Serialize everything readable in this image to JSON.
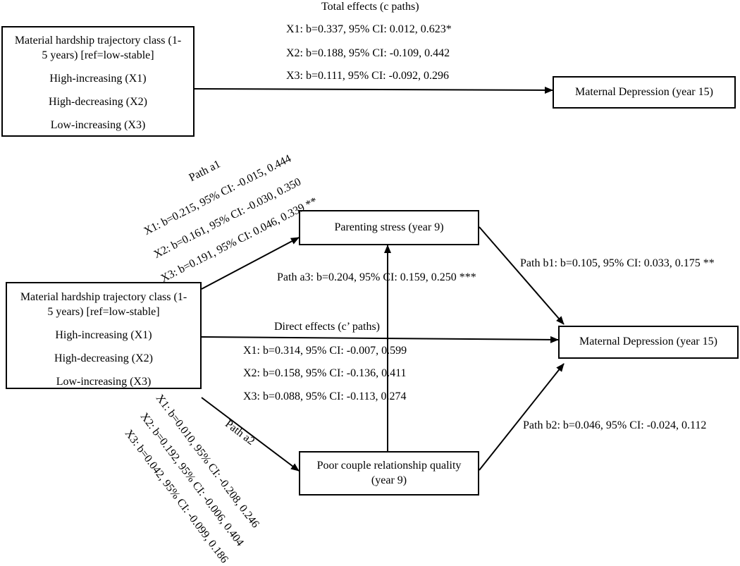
{
  "top": {
    "predictor": {
      "title_line1": "Material hardship trajectory class (1-",
      "title_line2": "5 years) [ref=low-stable]",
      "x1": "High-increasing (X1)",
      "x2": "High-decreasing (X2)",
      "x3": "Low-increasing (X3)"
    },
    "outcome": "Maternal Depression (year 15)",
    "total_effects": {
      "title": "Total effects (c paths)",
      "x1": "X1: b=0.337, 95% CI: 0.012, 0.623*",
      "x2": "X2: b=0.188, 95% CI: -0.109, 0.442",
      "x3": "X3: b=0.111, 95% CI: -0.092, 0.296"
    }
  },
  "bottom": {
    "predictor": {
      "title_line1": "Material hardship trajectory class (1-",
      "title_line2": "5 years) [ref=low-stable]",
      "x1": "High-increasing (X1)",
      "x2": "High-decreasing (X2)",
      "x3": "Low-increasing (X3)"
    },
    "parenting_stress": "Parenting stress (year 9)",
    "couple_quality_line1": "Poor couple relationship quality",
    "couple_quality_line2": "(year 9)",
    "outcome": "Maternal Depression (year 15)",
    "path_a1": {
      "title": "Path a1",
      "x1": "X1: b=0.215, 95% CI: -0.015, 0.444",
      "x2": "X2: b=0.161, 95% CI: -0.030, 0.350",
      "x3": "X3: b=0.191, 95% CI: 0.046, 0.339 **"
    },
    "path_a2": {
      "title": "Path a2",
      "x1": "X1: b=0.010, 95% CI: -0.208, 0.246",
      "x2": "X2: b=0.192, 95% CI: -0.006, 0.404",
      "x3": "X3: b=0.042, 95% CI: -0.099, 0.186"
    },
    "path_a3": "Path a3: b=0.204, 95% CI: 0.159, 0.250 ***",
    "path_b1": "Path b1: b=0.105, 95% CI: 0.033, 0.175 **",
    "path_b2": "Path b2: b=0.046, 95% CI: -0.024, 0.112",
    "direct_effects": {
      "title": "Direct effects (c’ paths)",
      "x1": "X1: b=0.314, 95% CI: -0.007, 0.599",
      "x2": "X2: b=0.158, 95% CI: -0.136, 0.411",
      "x3": "X3: b=0.088, 95% CI: -0.113, 0.274"
    }
  }
}
